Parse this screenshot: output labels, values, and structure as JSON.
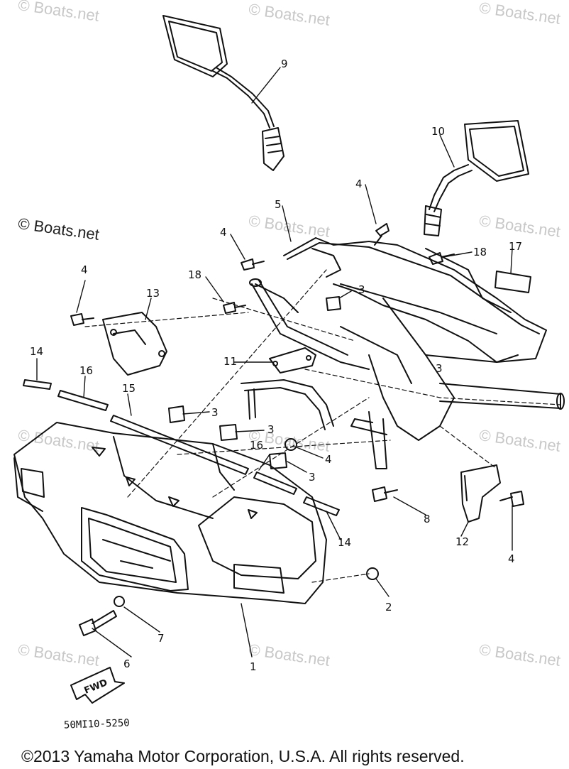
{
  "watermark": "© Boats.net",
  "callouts": [
    "1",
    "2",
    "3",
    "3",
    "3",
    "3",
    "3",
    "4",
    "4",
    "4",
    "4",
    "4",
    "5",
    "6",
    "7",
    "8",
    "9",
    "10",
    "11",
    "12",
    "13",
    "14",
    "14",
    "15",
    "16",
    "16",
    "17",
    "18",
    "18"
  ],
  "fwd_label": "FWD",
  "diagram_code": "50MI10-5250",
  "copyright": "©2013 Yamaha Motor Corporation, U.S.A. All rights reserved."
}
